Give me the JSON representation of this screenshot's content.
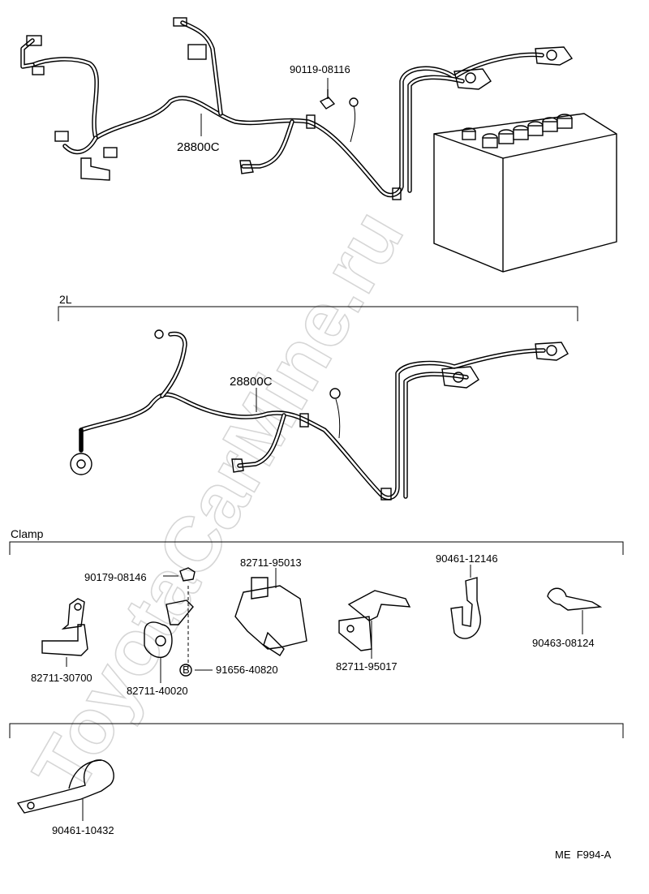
{
  "diagram": {
    "top_section": {
      "harness_label": "28800C",
      "bolt_label": "90119-08116"
    },
    "mid_section": {
      "title": "2L",
      "harness_label": "28800C"
    },
    "clamp_section": {
      "title": "Clamp",
      "parts": {
        "p1": "90179-08146",
        "p2": "82711-95013",
        "p3": "90461-12146",
        "p4": "82711-30700",
        "p5": "82711-40020",
        "p6": "91656-40820",
        "p6_marker": "B",
        "p7": "82711-95017",
        "p8": "90463-08124"
      }
    },
    "bottom_section": {
      "part": "90461-10432"
    },
    "footer_code": "ME  F994-A",
    "watermark": "ToyotaCarMine.ru"
  }
}
